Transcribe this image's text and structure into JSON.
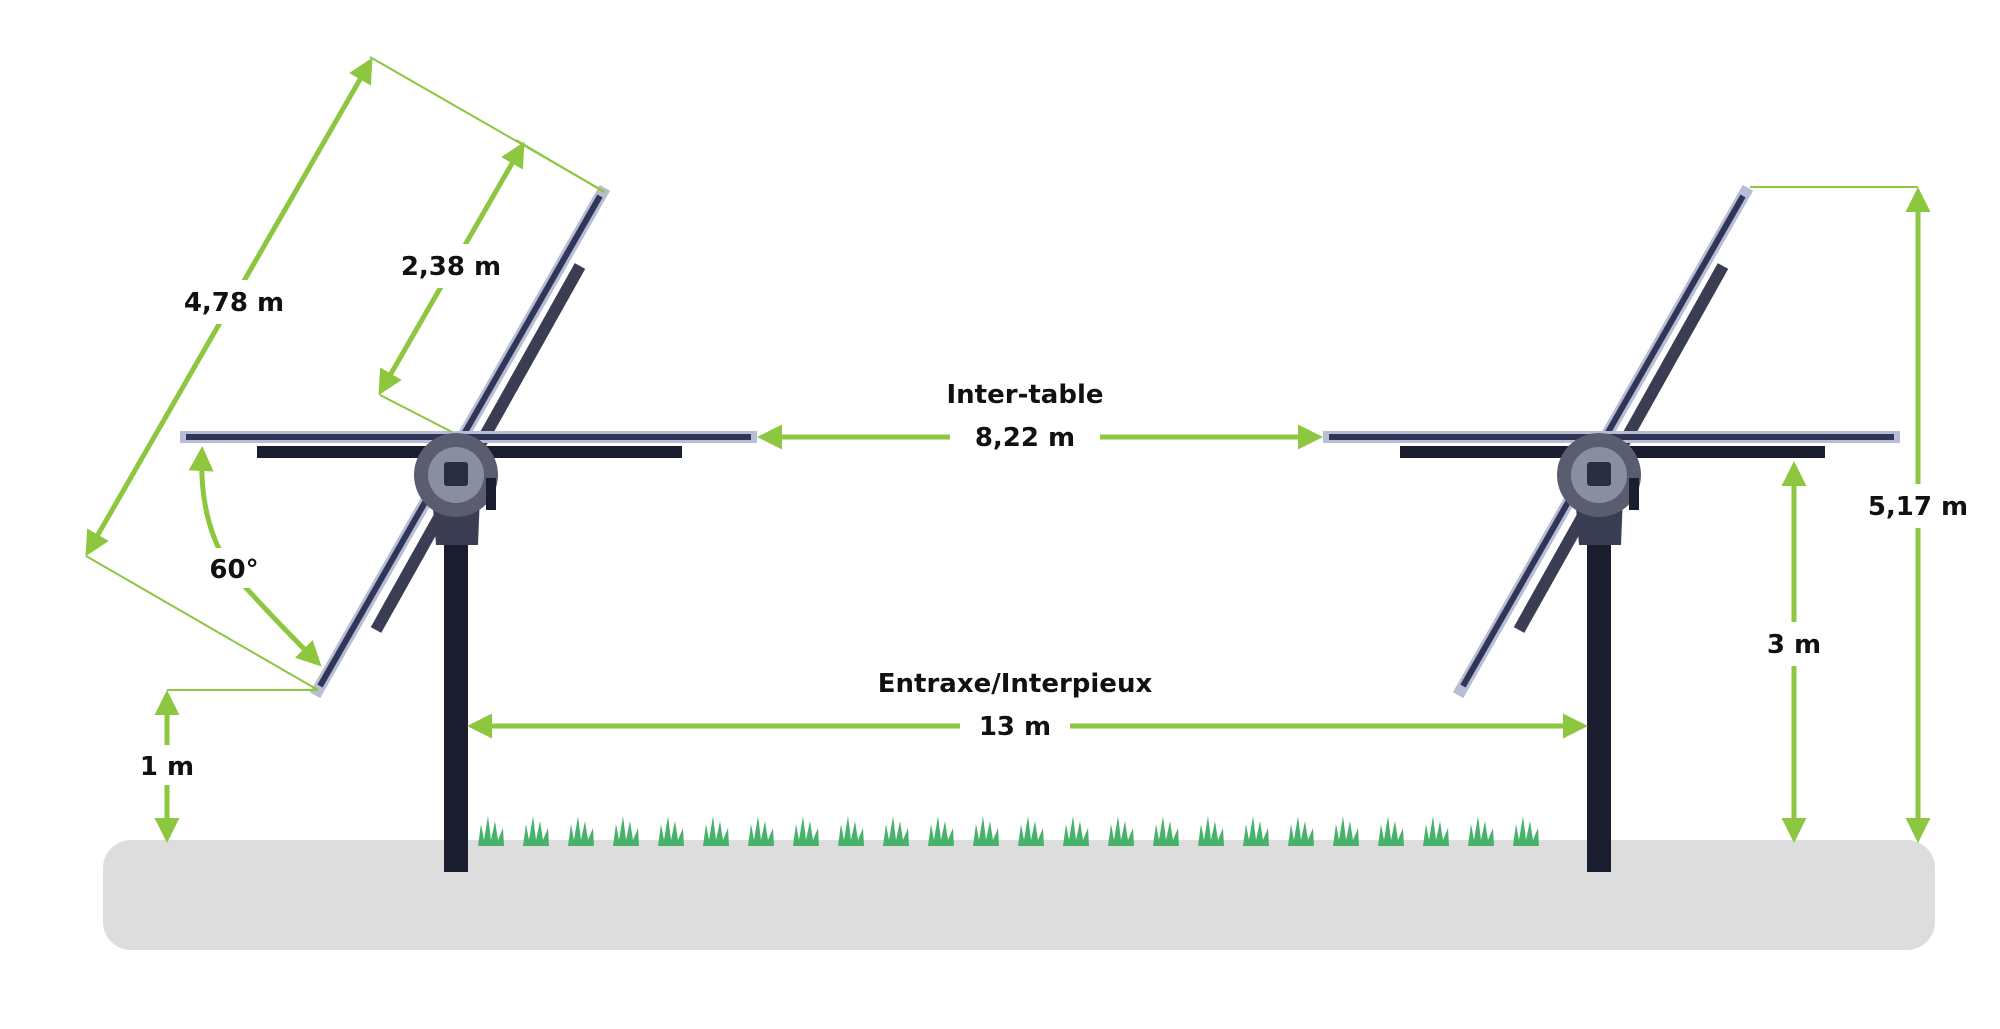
{
  "colors": {
    "dimension": "#8dc63f",
    "ground": "#dddddd",
    "post": "#1a1d2e",
    "panel_face": "#2f3658",
    "panel_frame": "#b9bdd3",
    "grass": "#47b26a",
    "text": "#111111"
  },
  "labels": {
    "panel_diagonal_length": "4,78 m",
    "panel_half_length": "2,38 m",
    "tilt_angle": "60°",
    "low_edge_clearance": "1 m",
    "inter_table_title": "Inter-table",
    "inter_table_value": "8,22 m",
    "post_spacing_title": "Entraxe/Interpieux",
    "post_spacing_value": "13 m",
    "pivot_height": "3 m",
    "max_height": "5,17 m"
  },
  "icons": {
    "tracker_left": "solar-tracker-icon",
    "tracker_right": "solar-tracker-icon",
    "grass": "grass-icon"
  }
}
